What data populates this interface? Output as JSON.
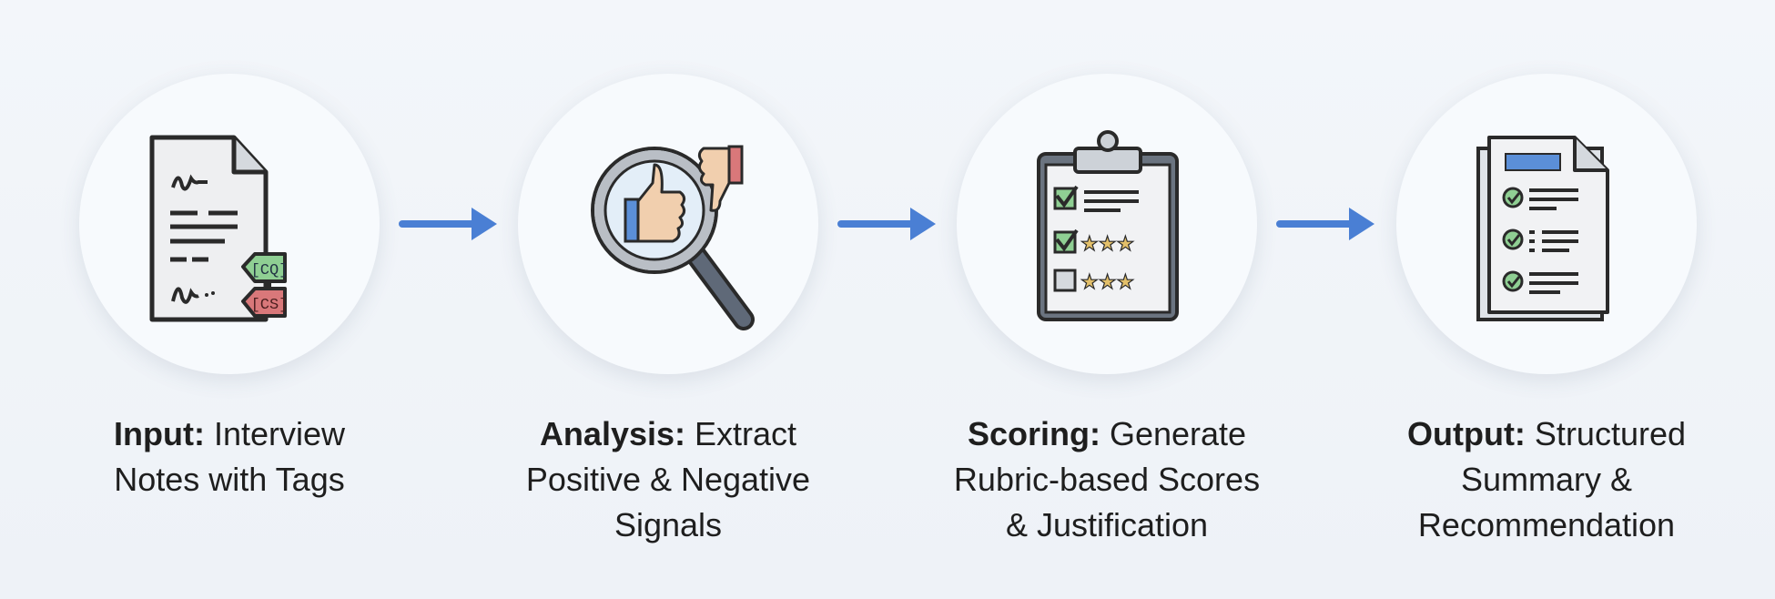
{
  "steps": [
    {
      "bold": "Input:",
      "rest_line1": " Interview",
      "line2": "Notes with Tags",
      "line3": "",
      "tags": [
        "[CQ]",
        "[CS]"
      ],
      "icon": "document-tags-icon"
    },
    {
      "bold": "Analysis:",
      "rest_line1": " Extract",
      "line2": "Positive & Negative",
      "line3": "Signals",
      "icon": "magnifier-thumbs-icon"
    },
    {
      "bold": "Scoring:",
      "rest_line1": " Generate",
      "line2": "Rubric-based Scores",
      "line3": "& Justification",
      "icon": "clipboard-rubric-icon"
    },
    {
      "bold": "Output:",
      "rest_line1": " Structured",
      "line2": "Summary &",
      "line3": "Recommendation",
      "icon": "report-checklist-icon"
    }
  ],
  "colors": {
    "arrow": "#4a7fd4",
    "green": "#8fcf93",
    "red": "#d9787a",
    "blue": "#5b8fd8",
    "outline": "#2a2a2a"
  }
}
